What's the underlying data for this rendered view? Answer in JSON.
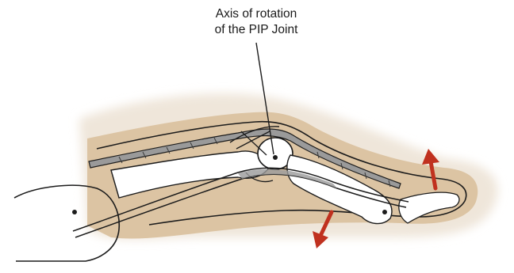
{
  "annotation": {
    "line1": "Axis of rotation",
    "line2": "of the PIP Joint"
  },
  "colors": {
    "skin": "#dcc4a3",
    "skin_halo": "#efe6da",
    "outline": "#1c1c1c",
    "tendon_fill": "#9a9a9a",
    "arrow": "#c0311f",
    "background": "#ffffff"
  },
  "icons": [
    "axis-point",
    "arrow-up-icon",
    "arrow-down-icon"
  ]
}
